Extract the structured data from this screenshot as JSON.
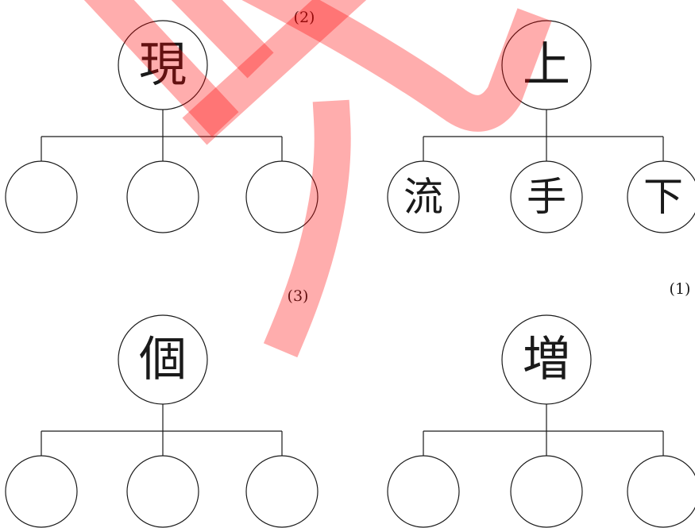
{
  "labels": {
    "tree_a": "(2)",
    "tree_b": "(3)",
    "tree_c": "(1)"
  },
  "trees": {
    "top_left": {
      "root": "現",
      "children": [
        "",
        "",
        ""
      ]
    },
    "top_right": {
      "root": "上",
      "children": [
        "流",
        "手",
        "下"
      ]
    },
    "bottom_left": {
      "root": "個",
      "children": [
        "",
        "",
        ""
      ]
    },
    "bottom_right": {
      "root": "増",
      "children": [
        "",
        "",
        ""
      ]
    }
  },
  "colors": {
    "line": "#1a1a1a",
    "watermark": "#ff0000"
  },
  "watermark_icon": "red-brush-stamp"
}
